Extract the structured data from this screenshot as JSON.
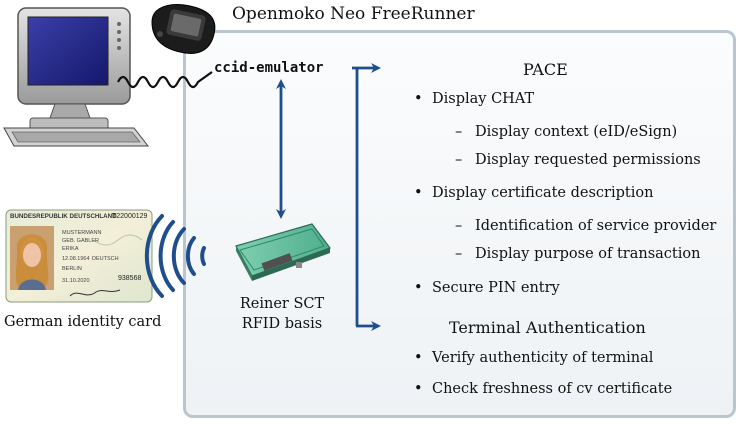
{
  "frame_title": "Openmoko Neo FreeRunner",
  "emulator_label": "ccid-emulator",
  "reader_label": [
    "Reiner SCT",
    "RFID basis"
  ],
  "card_label": "German identity card",
  "card_text": {
    "header": "BUNDESREPUBLIK DEUTSCHLAND",
    "number": "T22000129",
    "surname": "MUSTERMANN",
    "birthname": "GEB. GABLER",
    "given": "ERIKA",
    "dob": "12.08.1964",
    "nationality": "DEUTSCH",
    "place": "BERLIN",
    "expiry": "31.10.2020",
    "can": "938568"
  },
  "pace": {
    "heading": "PACE",
    "items": [
      {
        "text": "Display CHAT",
        "sub": [
          "Display context (eID/eSign)",
          "Display requested permissions"
        ]
      },
      {
        "text": "Display certificate description",
        "sub": [
          "Identification of service provider",
          "Display purpose of transaction"
        ]
      },
      {
        "text": "Secure PIN entry",
        "sub": []
      }
    ]
  },
  "ta": {
    "heading": "Terminal Authentication",
    "items": [
      "Verify authenticity of terminal",
      "Check freshness of cv certificate"
    ]
  },
  "colors": {
    "arrow": "#1f4e8c",
    "panel_border": "#b9c6d1"
  }
}
